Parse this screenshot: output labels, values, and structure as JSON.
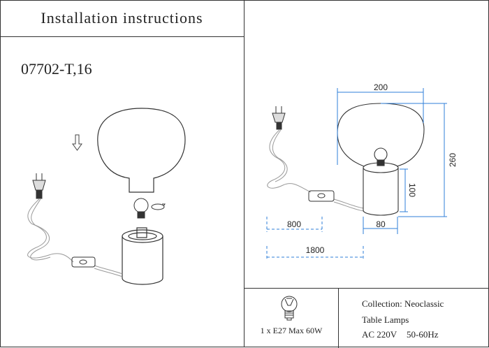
{
  "header": {
    "title": "Installation instructions"
  },
  "model": "07702-T,16",
  "dimensions": {
    "width": "200",
    "height": "260",
    "base_height": "100",
    "base_width": "80",
    "cord_to_switch": "800",
    "cord_total": "1800"
  },
  "specs": {
    "bulb": "1 x E27 Max 60W",
    "collection": "Collection: Neoclassic",
    "type": "Table Lamps",
    "voltage": "AC 220V",
    "frequency": "50-60Hz"
  },
  "colors": {
    "dimension_line": "#2f7fd8",
    "line": "#333333"
  },
  "icons": [
    "down-arrow-icon",
    "plug-icon",
    "bulb-icon",
    "rotate-icon",
    "switch-icon"
  ]
}
